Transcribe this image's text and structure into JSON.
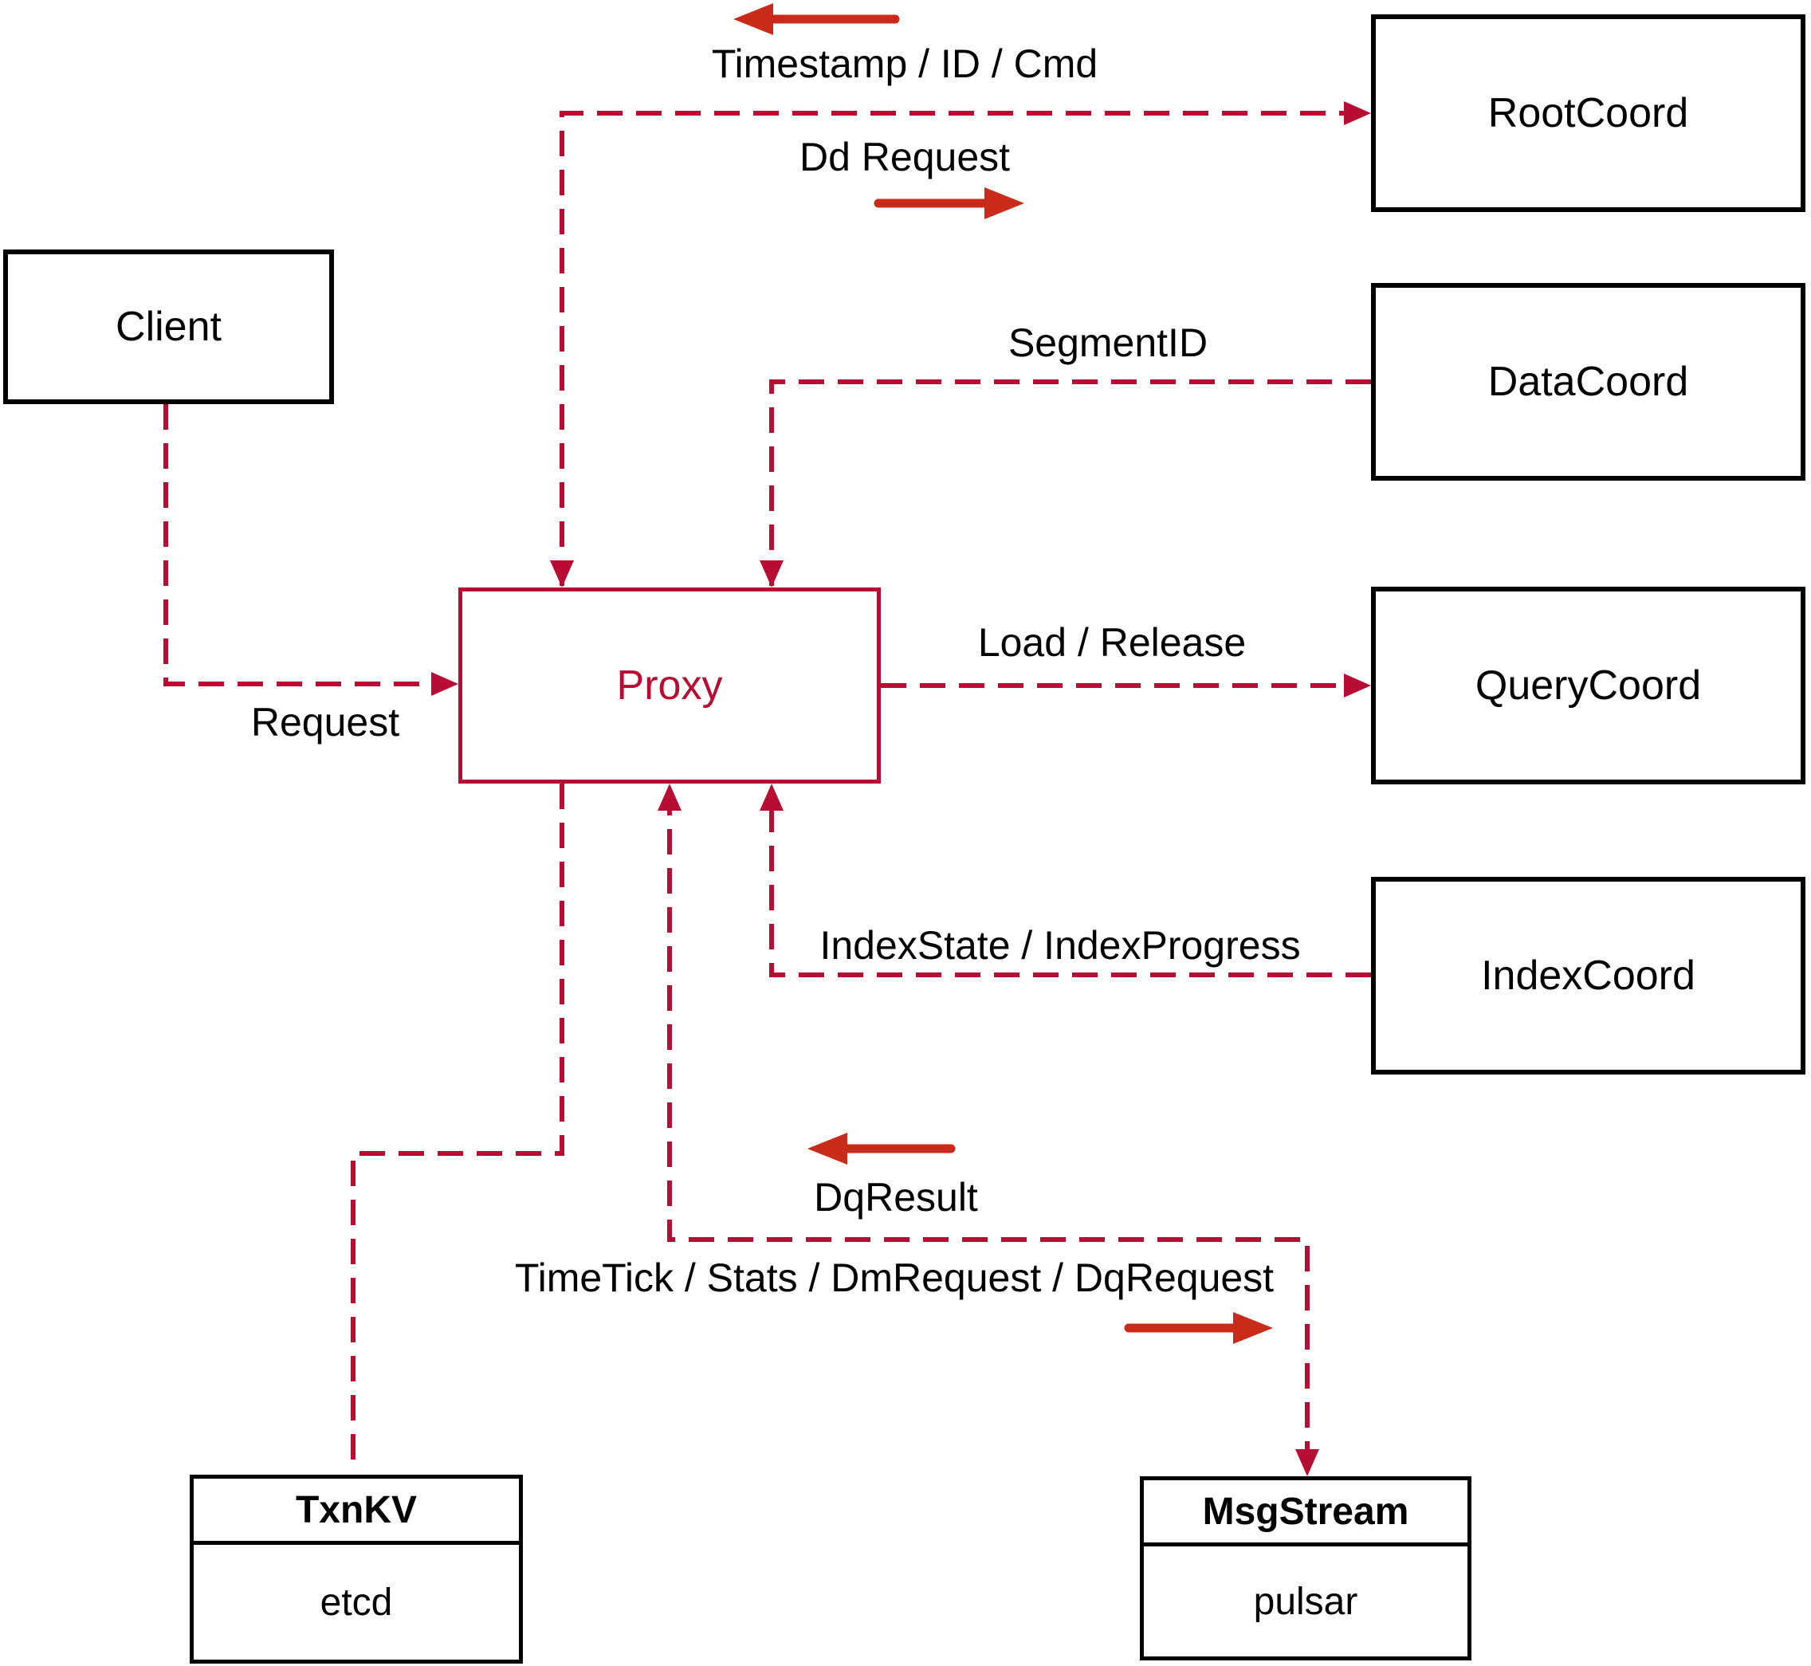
{
  "nodes": {
    "client": {
      "label": "Client"
    },
    "proxy": {
      "label": "Proxy"
    },
    "root_coord": {
      "label": "RootCoord"
    },
    "data_coord": {
      "label": "DataCoord"
    },
    "query_coord": {
      "label": "QueryCoord"
    },
    "index_coord": {
      "label": "IndexCoord"
    },
    "txn_kv": {
      "title": "TxnKV",
      "impl": "etcd"
    },
    "msg_stream": {
      "title": "MsgStream",
      "impl": "pulsar"
    }
  },
  "edges": {
    "timestamp": {
      "label": "Timestamp / ID / Cmd"
    },
    "dd_request": {
      "label": "Dd Request"
    },
    "segment_id": {
      "label": "SegmentID"
    },
    "request": {
      "label": "Request"
    },
    "load_release": {
      "label": "Load / Release"
    },
    "index_state": {
      "label": "IndexState / IndexProgress"
    },
    "dq_result": {
      "label": "DqResult"
    },
    "time_tick": {
      "label": "TimeTick / Stats / DmRequest / DqRequest"
    }
  },
  "icons": {
    "flow_left_arrow": "left-pointing solid arrow",
    "flow_right_arrow": "right-pointing solid arrow"
  },
  "colors": {
    "dashed_line": "#B70D32",
    "solid_arrow": "#C92B1A",
    "box_border": "#000000",
    "label_text": "#000000",
    "proxy_accent": "#B70D32",
    "background": "#FFFFFF"
  }
}
